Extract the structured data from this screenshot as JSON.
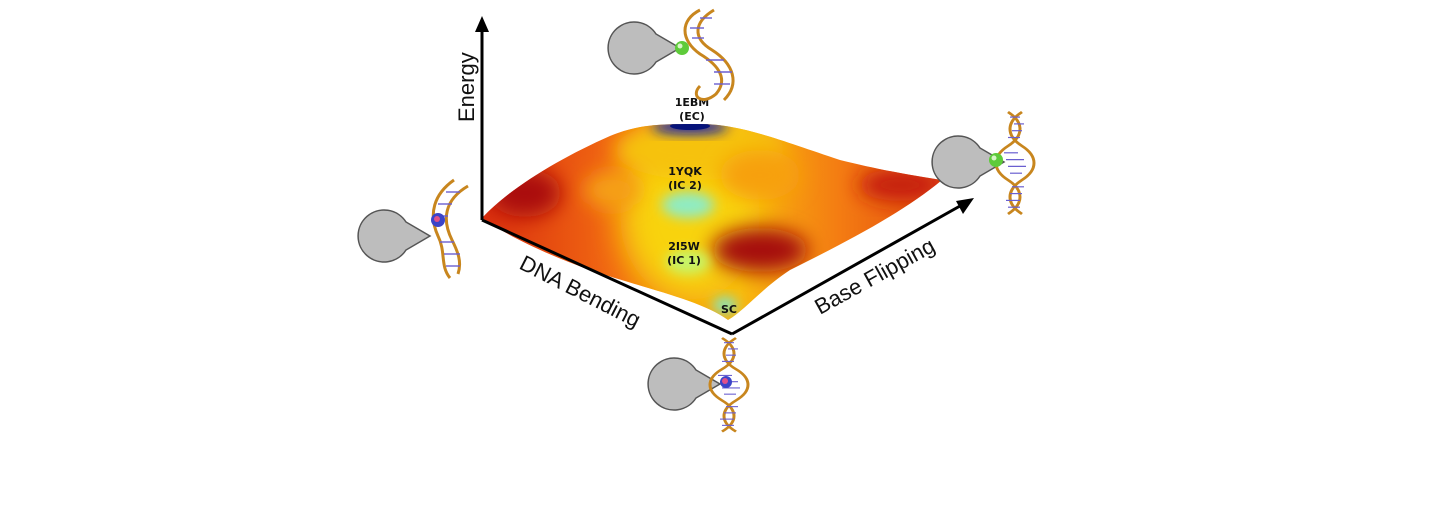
{
  "axes": {
    "energy": "Energy",
    "dna_bending": "DNA Bending",
    "base_flipping": "Base Flipping"
  },
  "states": {
    "ebm": {
      "line1": "1EBM",
      "line2": "(EC)"
    },
    "yqk": {
      "line1": "1YQK",
      "line2": "(IC 2)"
    },
    "isw": {
      "line1": "2I5W",
      "line2": "(IC 1)"
    },
    "sc": {
      "line1": "SC"
    }
  },
  "colors": {
    "surface_high": "#b80d0d",
    "surface_mid": "#f04a10",
    "surface_low": "#f7d700",
    "basin": "#7de8c8",
    "deep_basin": "#0a1fb0",
    "enzyme": "#bdbdbd",
    "dna_backbone": "#c8861e",
    "dna_bases": "#6a5fd0",
    "ion_green": "#5ecb3a",
    "ion_blue": "#3b44c8",
    "ion_pink": "#e0508a"
  },
  "icons": [
    "enzyme-dna-complex-icon"
  ]
}
